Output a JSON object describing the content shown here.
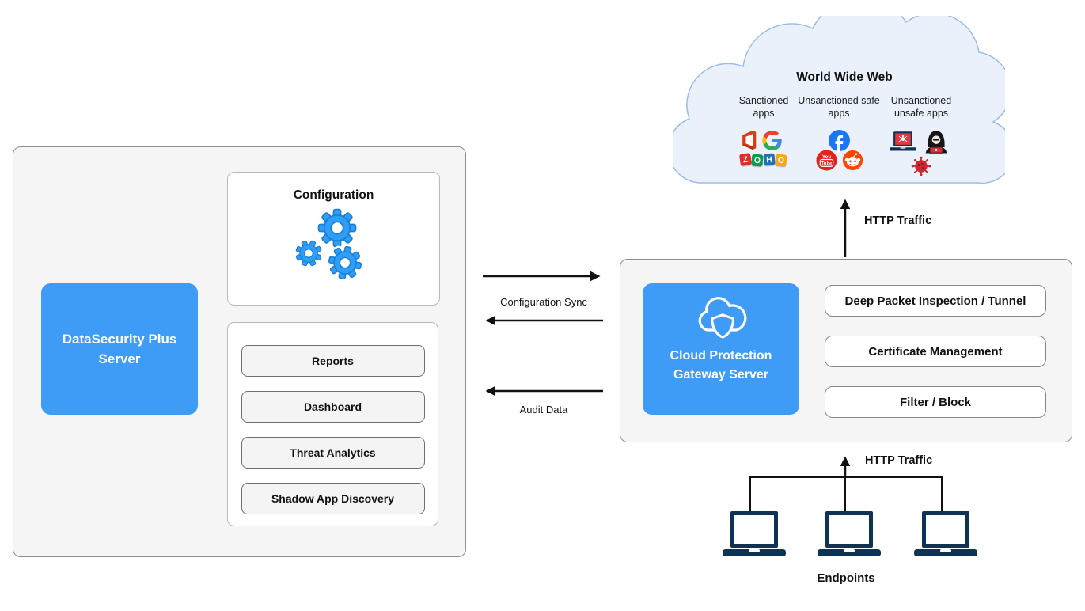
{
  "diagram": {
    "left_panel": {
      "server_label": "DataSecurity Plus Server",
      "configuration_title": "Configuration",
      "modules": [
        "Reports",
        "Dashboard",
        "Threat Analytics",
        "Shadow App Discovery"
      ]
    },
    "links": {
      "configuration_sync": "Configuration Sync",
      "audit_data": "Audit Data",
      "http_traffic_web": "HTTP Traffic",
      "http_traffic_endpoints": "HTTP Traffic"
    },
    "gateway_panel": {
      "server_label": "Cloud Protection Gateway Server",
      "features": [
        "Deep Packet Inspection / Tunnel",
        "Certificate Management",
        "Filter / Block"
      ]
    },
    "cloud": {
      "title": "World Wide Web",
      "columns": [
        {
          "label": "Sanctioned apps",
          "icons": [
            "office-icon",
            "google-icon",
            "zoho-icon"
          ]
        },
        {
          "label": "Unsanctioned safe apps",
          "icons": [
            "facebook-icon",
            "youtube-icon",
            "reddit-icon"
          ]
        },
        {
          "label": "Unsanctioned unsafe apps",
          "icons": [
            "infected-laptop-icon",
            "hacker-icon",
            "virus-icon"
          ]
        }
      ],
      "zoho_letters": [
        "Z",
        "O",
        "H",
        "O"
      ],
      "youtube_text": {
        "top": "You",
        "bottom": "Tube"
      }
    },
    "endpoints_label": "Endpoints",
    "colors": {
      "accent_blue": "#3E9CF6",
      "gear_blue": "#2F9EF7",
      "panel_fill": "#F5F5F5",
      "panel_border": "#8F8F8F",
      "cloud_fill": "#EAF1FB",
      "cloud_border": "#9DBCE8",
      "laptop_navy": "#0D3356",
      "arrow_black": "#111111",
      "facebook_blue": "#1877F2",
      "youtube_red": "#E62117",
      "reddit_orange": "#FF4500",
      "virus_red": "#C82A2F"
    }
  }
}
